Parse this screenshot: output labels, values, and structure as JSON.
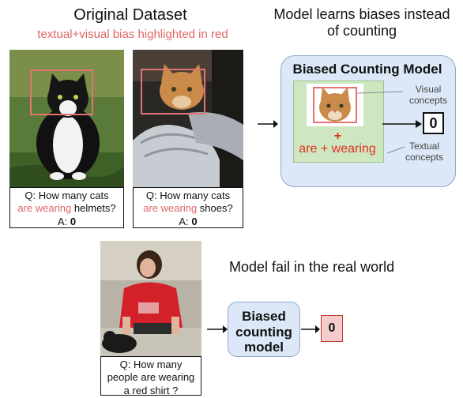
{
  "left_header": {
    "title": "Original Dataset",
    "subtitle": "textual+visual bias highlighted in red"
  },
  "right_header": {
    "title_line1": "Model learns biases instead",
    "title_line2": "of counting"
  },
  "example1": {
    "q_prefix": "Q: How many cats",
    "q_bias": "are wearing",
    "q_suffix": " helmets?",
    "a_label": "A: ",
    "a_value": "0"
  },
  "example2": {
    "q_prefix": "Q: How many cats",
    "q_bias": "are wearing",
    "q_suffix": " shoes?",
    "a_label": "A: ",
    "a_value": "0"
  },
  "biased_model": {
    "title": "Biased Counting Model",
    "plus": "+",
    "bias_text": "are + wearing",
    "visual_label_line1": "Visual",
    "visual_label_line2": "concepts",
    "textual_label_line1": "Textual",
    "textual_label_line2": "concepts",
    "output": "0"
  },
  "real_world": {
    "caption": "Model fail in the real world",
    "question": "Q: How many people are wearing a red shirt ?",
    "model_line1": "Biased",
    "model_line2": "counting",
    "model_line3": "model",
    "output": "0"
  },
  "colors": {
    "bias_red": "#e06666",
    "panel_blue": "#dce8f7",
    "concept_green": "#cfe7c1",
    "output_pink": "#f4cccc"
  }
}
